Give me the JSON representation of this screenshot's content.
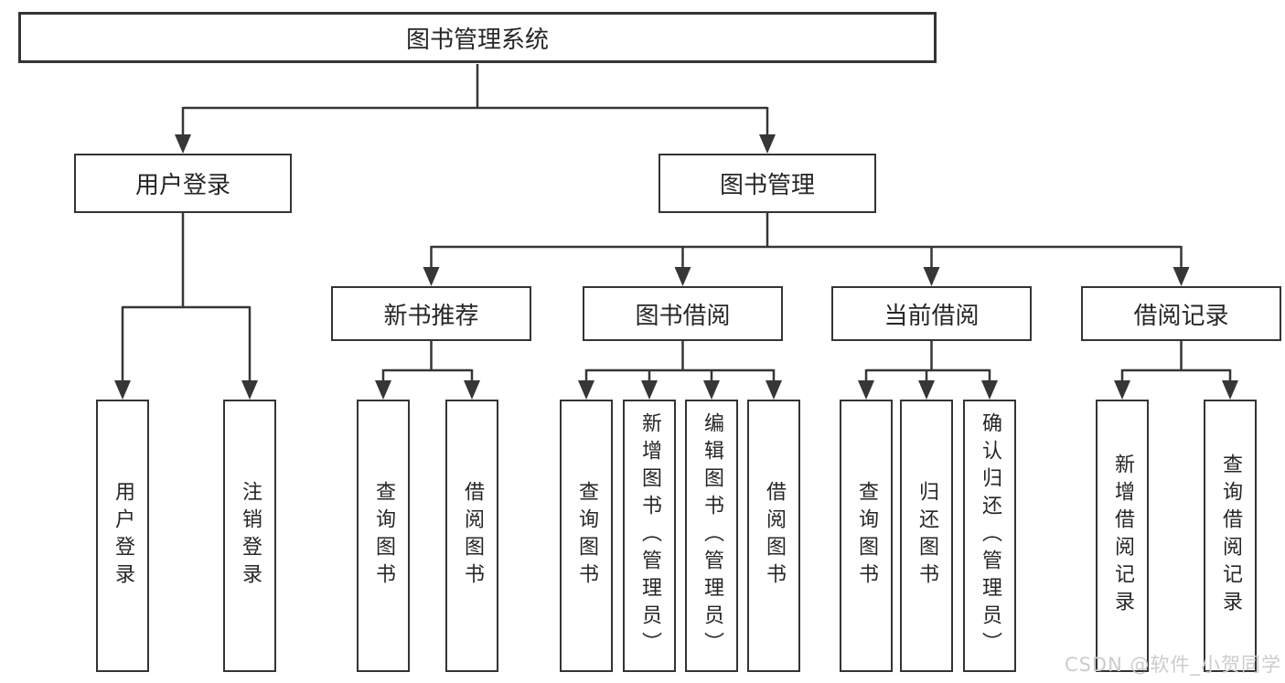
{
  "root": {
    "label": "图书管理系统"
  },
  "level2": [
    {
      "id": "user-login",
      "label": "用户登录"
    },
    {
      "id": "book-management",
      "label": "图书管理"
    }
  ],
  "level3": [
    {
      "id": "new-book-recommend",
      "label": "新书推荐"
    },
    {
      "id": "book-borrowing",
      "label": "图书借阅"
    },
    {
      "id": "current-borrowing",
      "label": "当前借阅"
    },
    {
      "id": "borrowing-records",
      "label": "借阅记录"
    }
  ],
  "level4": {
    "user_login": [
      {
        "label": "用户登录"
      },
      {
        "label": "注销登录"
      }
    ],
    "new_book_recommend": [
      {
        "label": "查询图书"
      },
      {
        "label": "借阅图书"
      }
    ],
    "book_borrowing": [
      {
        "label": "查询图书"
      },
      {
        "label": "新增图书（管理员）"
      },
      {
        "label": "编辑图书（管理员）"
      },
      {
        "label": "借阅图书"
      }
    ],
    "current_borrowing": [
      {
        "label": "查询图书"
      },
      {
        "label": "归还图书"
      },
      {
        "label": "确认归还（管理员）"
      }
    ],
    "borrowing_records": [
      {
        "label": "新增借阅记录"
      },
      {
        "label": "查询借阅记录"
      }
    ]
  },
  "watermark": {
    "text": "CSDN @软件_小贺同学"
  },
  "colors": {
    "line": "#363636",
    "box_border": "#343434",
    "text": "#262626",
    "background": "#ffffff",
    "watermark": "#cccccc"
  }
}
